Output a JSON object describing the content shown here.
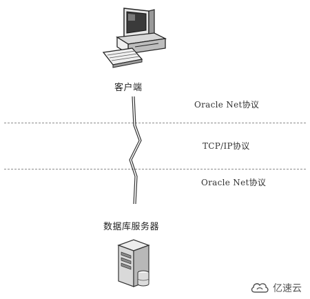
{
  "diagram": {
    "client_label": "客户端",
    "server_label": "数据库服务器",
    "layers": [
      {
        "label": "Oracle Net协议"
      },
      {
        "label": "TCP/IP协议"
      },
      {
        "label": "Oracle Net协议"
      }
    ],
    "icons": {
      "client": "desktop-computer-icon",
      "server": "database-server-icon",
      "link": "network-lightning-icon"
    }
  },
  "watermark": {
    "text": "亿速云"
  }
}
